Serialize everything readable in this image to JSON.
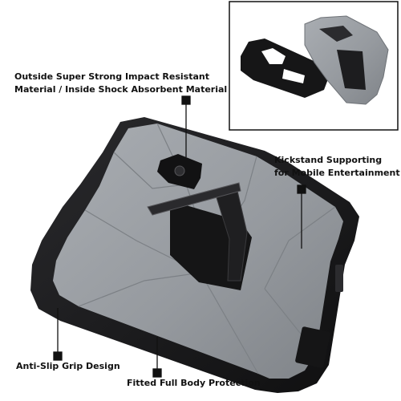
{
  "callouts": {
    "material": {
      "line1": "Outside Super Strong Impact Resistant",
      "line2": "Material / Inside Shock Absorbent Material"
    },
    "kickstand": {
      "line1": "Kickstand Supporting",
      "line2": "for Mobile Entertainment"
    },
    "grip": "Anti-Slip Grip Design",
    "protection": "Fitted Full Body Protection"
  },
  "colors": {
    "case_black": "#1b1b1d",
    "case_gray": "#9a9ea3",
    "case_gray_dark": "#7d8186",
    "leader": "#111111"
  }
}
